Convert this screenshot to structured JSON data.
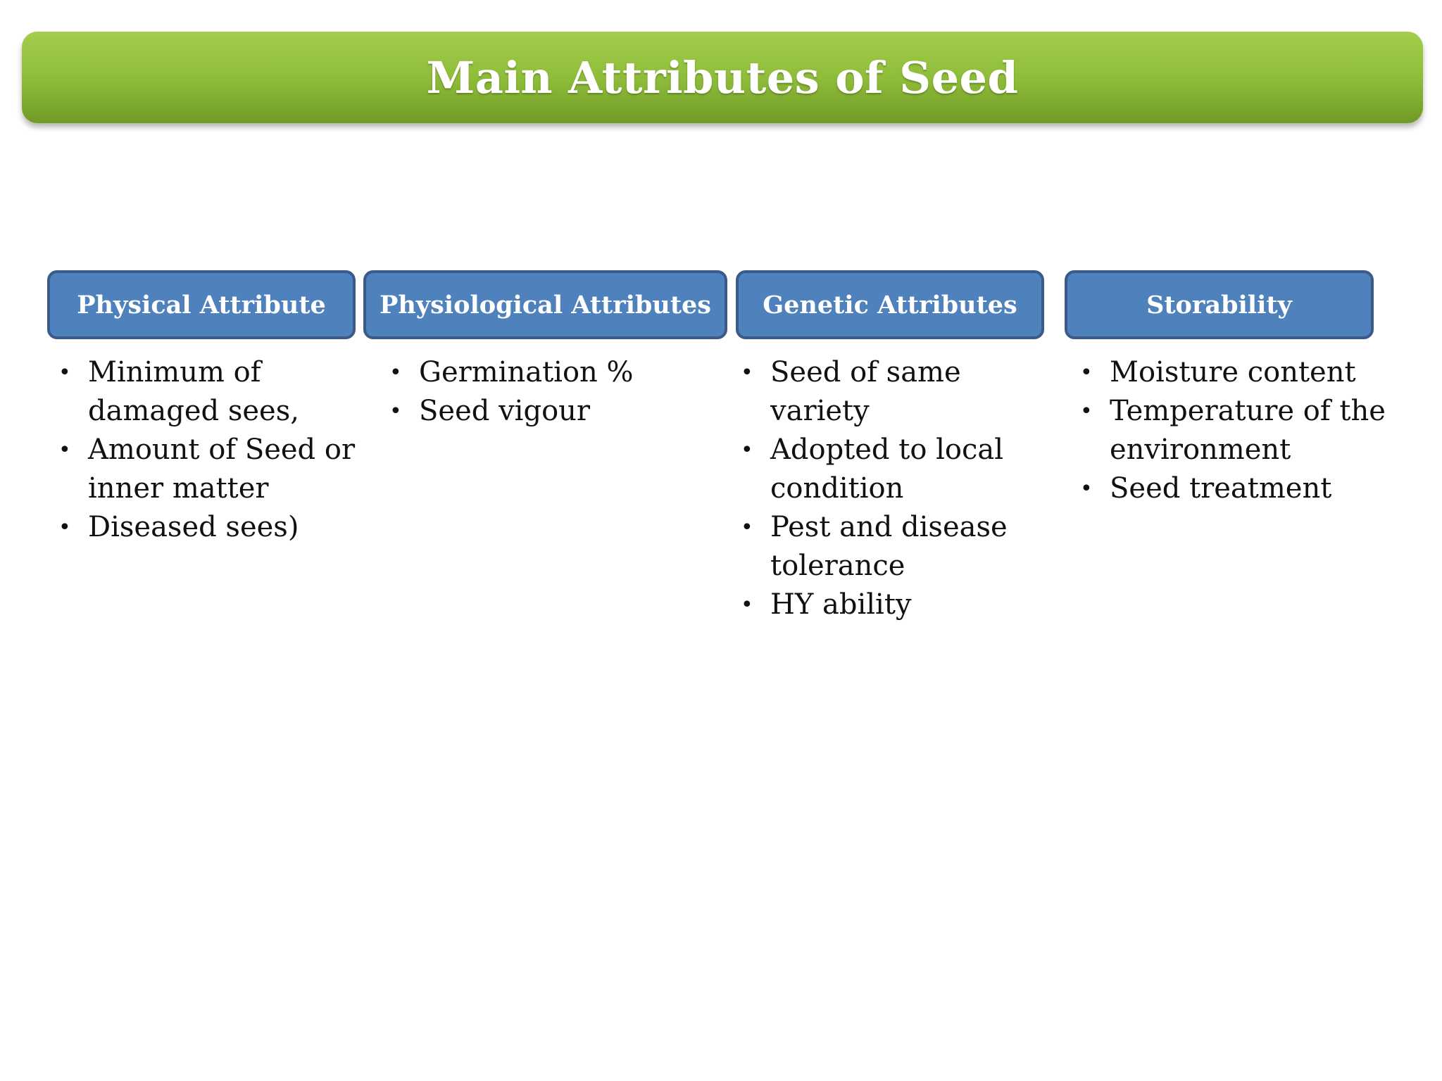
{
  "title": "Main Attributes of Seed",
  "columns": [
    {
      "header": "Physical Attribute",
      "items": [
        "Minimum of damaged sees,",
        "Amount of Seed or inner matter",
        "Diseased sees)"
      ]
    },
    {
      "header": "Physiological Attributes",
      "items": [
        "Germination %",
        "Seed vigour"
      ]
    },
    {
      "header": "Genetic Attributes",
      "items": [
        "Seed of same variety",
        "Adopted to local condition",
        "Pest and disease tolerance",
        "HY ability"
      ]
    },
    {
      "header": "Storability",
      "items": [
        "Moisture content",
        "Temperature of the environment",
        "Seed treatment"
      ]
    }
  ],
  "colors": {
    "title_bar": "#8fbd3a",
    "header_fill": "#4f81bd",
    "header_border": "#3a5a89"
  }
}
